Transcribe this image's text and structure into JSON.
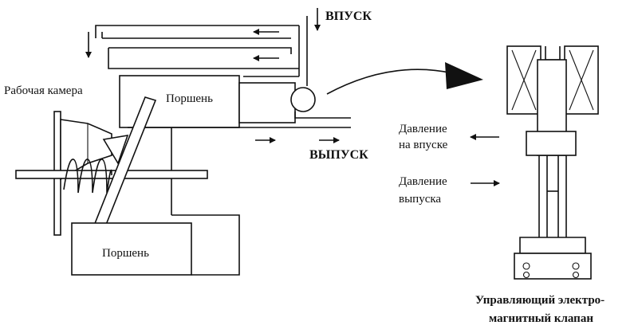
{
  "labels": {
    "inlet": "ВПУСК",
    "outlet": "ВЫПУСК",
    "working_chamber": "Рабочая камера",
    "piston_top": "Поршень",
    "piston_bottom": "Поршень",
    "inlet_pressure_line1": "Давление",
    "inlet_pressure_line2": "на впуске",
    "exhaust_pressure_line1": "Давление",
    "exhaust_pressure_line2": "выпуска",
    "valve_title_line1": "Управляющий электро-",
    "valve_title_line2": "магнитный клапан"
  }
}
